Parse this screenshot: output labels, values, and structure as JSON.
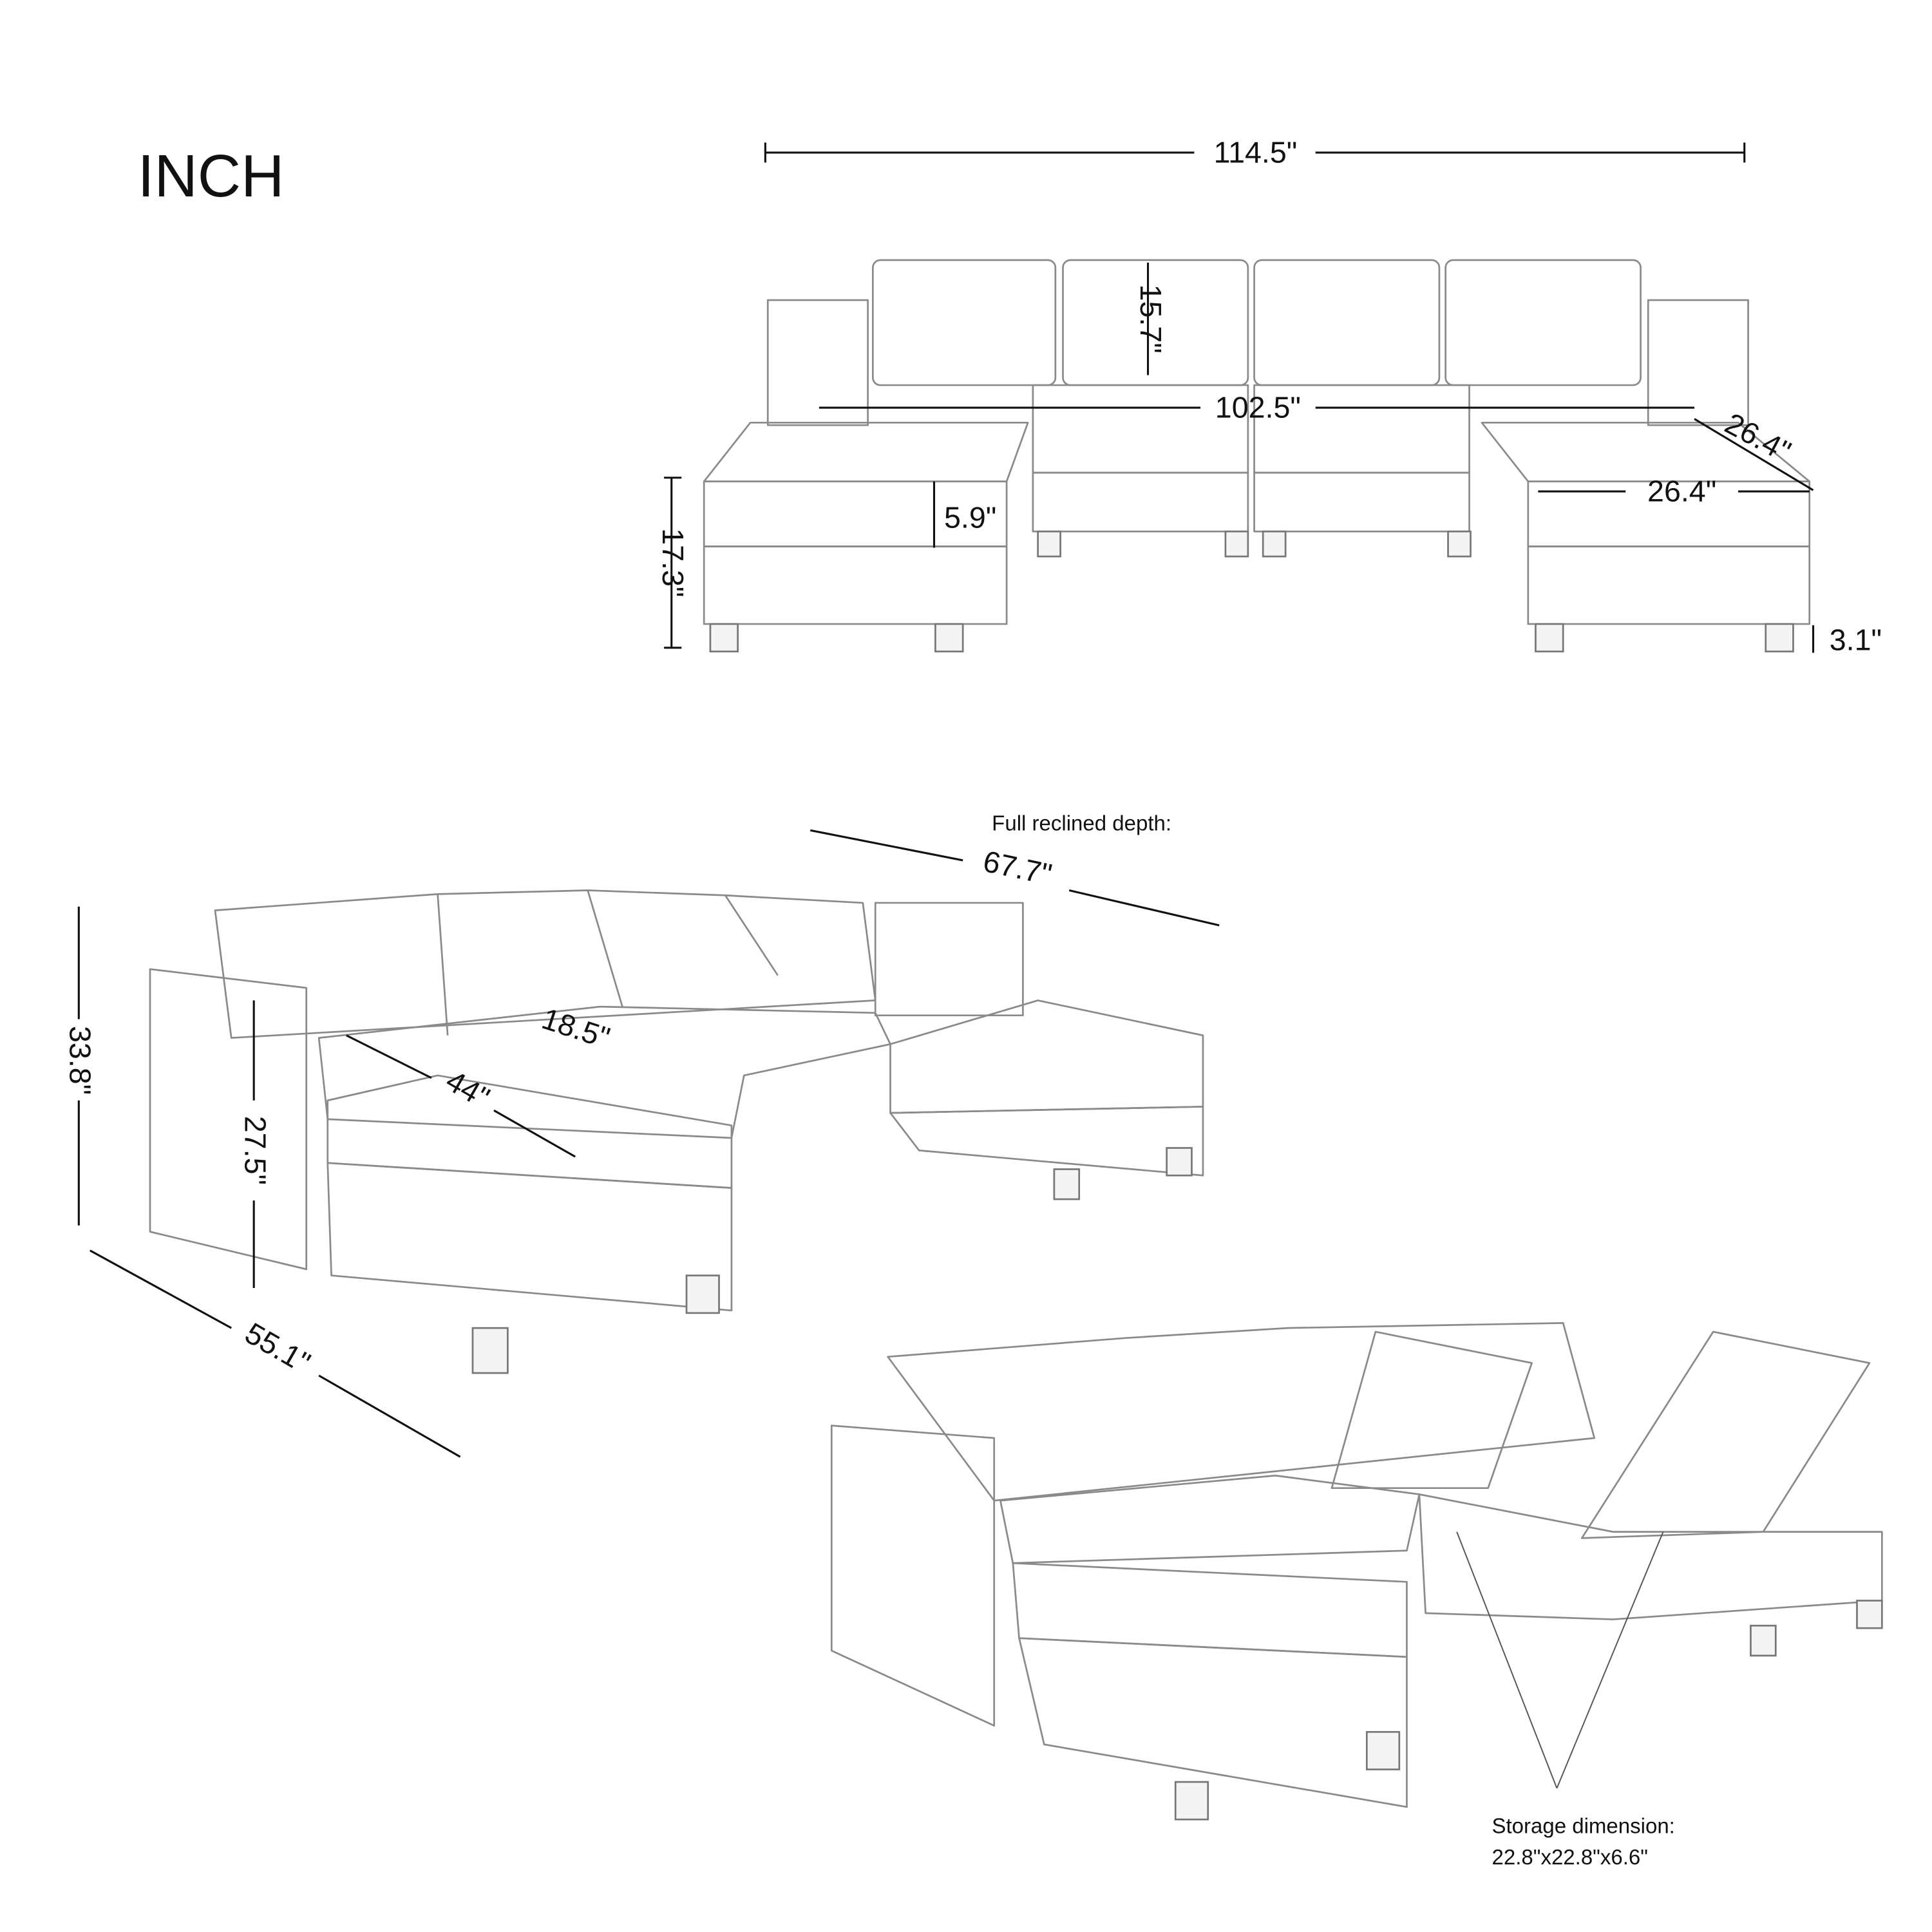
{
  "unit_label": "INCH",
  "front_view": {
    "overall_width": "114.5\"",
    "back_cushion_height": "15.7\"",
    "seat_width": "102.5\"",
    "chaise_depth_diag": "26.4\"",
    "chaise_width": "26.4\"",
    "seat_cushion_thickness": "5.9\"",
    "seat_height": "17.3\"",
    "leg_height": "3.1\""
  },
  "side_view": {
    "reclined_label": "Full reclined depth:",
    "reclined_depth": "67.7\"",
    "overall_height": "33.8\"",
    "arm_height": "27.5\"",
    "seat_depth": "18.5\"",
    "chaise_length": "44\"",
    "overall_depth": "55.1\""
  },
  "storage_view": {
    "label": "Storage dimension:",
    "dimensions": "22.8\"x22.8\"x6.6\""
  }
}
